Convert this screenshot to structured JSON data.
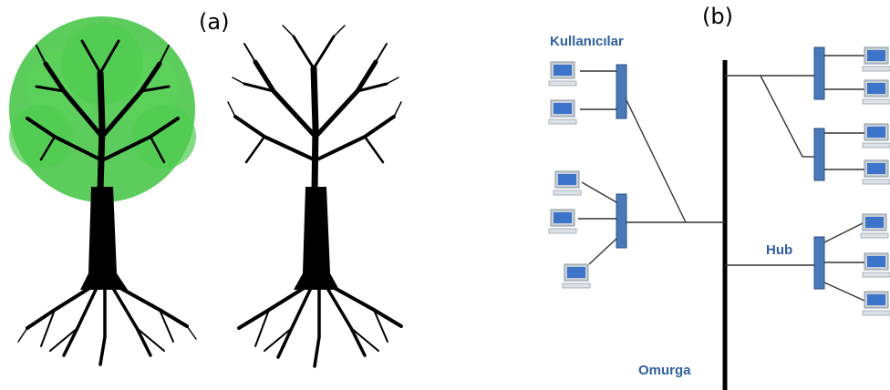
{
  "panels": {
    "a": {
      "label": "(a)"
    },
    "b": {
      "label": "(b)"
    }
  },
  "network": {
    "users_label": "Kullanıcılar",
    "hub_label": "Hub",
    "backbone_label": "Omurga"
  },
  "colors": {
    "leaf_green": "#3fc43f",
    "tree_black": "#000000",
    "hub_blue": "#4a78b8",
    "label_blue": "#2f5f9e",
    "monitor_gray": "#c7ced6",
    "screen_blue": "#3b74c8"
  },
  "icons": [
    "tree-icon",
    "computer-icon",
    "hub-icon"
  ]
}
